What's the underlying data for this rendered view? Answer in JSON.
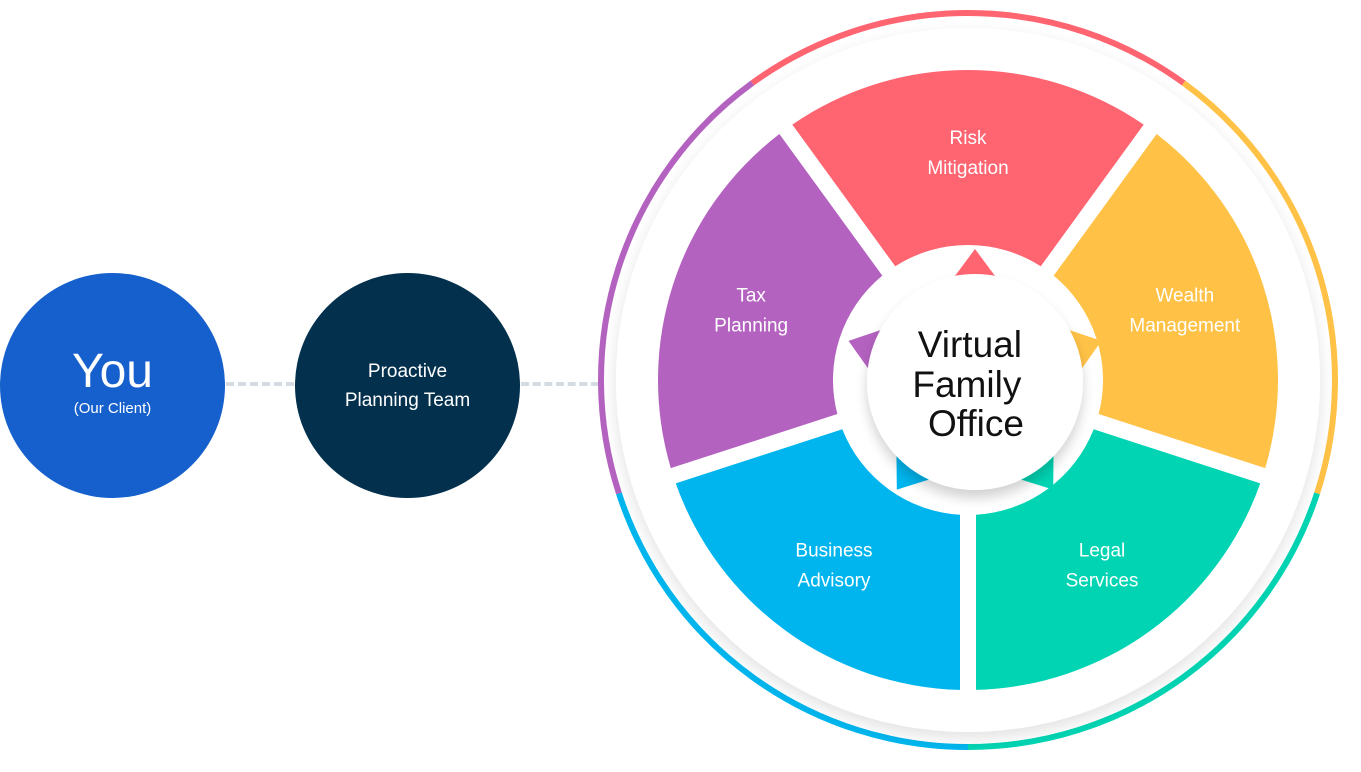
{
  "client": {
    "title": "You",
    "subtitle": "(Our Client)",
    "color": "#1560cc"
  },
  "team": {
    "line1": "Proactive",
    "line2": "Planning Team",
    "color": "#02304d"
  },
  "connector": {
    "style": "dashed",
    "color": "#d5dbe3"
  },
  "center": {
    "lines": [
      "Virtual",
      "Family",
      "Office"
    ]
  },
  "segments": [
    {
      "id": "risk",
      "lines": [
        "Risk",
        "Mitigation"
      ],
      "color": "#ff6471"
    },
    {
      "id": "wealth",
      "lines": [
        "Wealth",
        "Management"
      ],
      "color": "#ffc247"
    },
    {
      "id": "legal",
      "lines": [
        "Legal",
        "Services"
      ],
      "color": "#00d4b3"
    },
    {
      "id": "business",
      "lines": [
        "Business",
        "Advisory"
      ],
      "color": "#00b5ee"
    },
    {
      "id": "tax",
      "lines": [
        "Tax",
        "Planning"
      ],
      "color": "#b462c0"
    }
  ]
}
